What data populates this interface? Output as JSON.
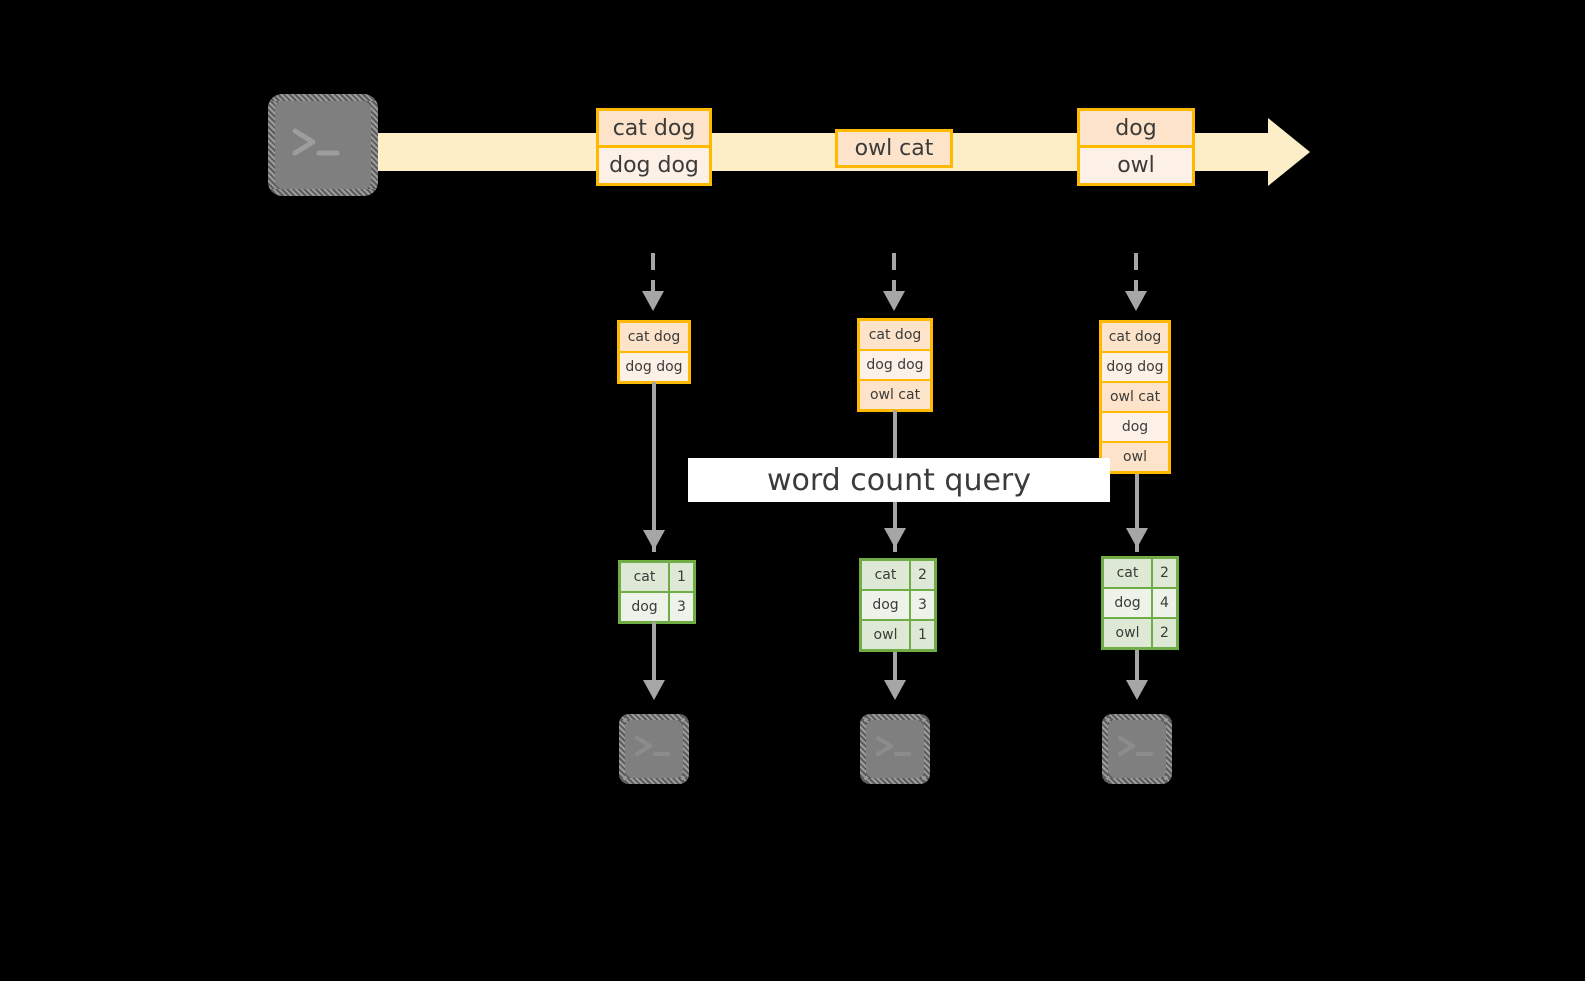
{
  "diagram": {
    "title_label": "word count query",
    "stream": {
      "source_icon": "terminal-icon",
      "arrow_color": "#FCEFC7",
      "border_color": "#FFB900",
      "records": [
        {
          "lines": [
            "cat dog",
            "dog dog"
          ]
        },
        {
          "lines": [
            "owl cat"
          ]
        },
        {
          "lines": [
            "dog",
            "owl"
          ]
        }
      ]
    },
    "snapshots": [
      {
        "id": "snapshot-1",
        "rows": [
          "cat dog",
          "dog dog"
        ]
      },
      {
        "id": "snapshot-2",
        "rows": [
          "cat dog",
          "dog dog",
          "owl cat"
        ]
      },
      {
        "id": "snapshot-3",
        "rows": [
          "cat dog",
          "dog dog",
          "owl cat",
          "dog",
          "owl"
        ]
      }
    ],
    "results": [
      {
        "id": "result-1",
        "accent": "#70AD47",
        "rows": [
          {
            "word": "cat",
            "count": "1"
          },
          {
            "word": "dog",
            "count": "3"
          }
        ]
      },
      {
        "id": "result-2",
        "accent": "#70AD47",
        "rows": [
          {
            "word": "cat",
            "count": "2"
          },
          {
            "word": "dog",
            "count": "3"
          },
          {
            "word": "owl",
            "count": "1"
          }
        ]
      },
      {
        "id": "result-3",
        "accent": "#70AD47",
        "rows": [
          {
            "word": "cat",
            "count": "2"
          },
          {
            "word": "dog",
            "count": "4"
          },
          {
            "word": "owl",
            "count": "2"
          }
        ]
      }
    ],
    "sinks": [
      {
        "id": "sink-1",
        "icon": "terminal-icon"
      },
      {
        "id": "sink-2",
        "icon": "terminal-icon"
      },
      {
        "id": "sink-3",
        "icon": "terminal-icon"
      }
    ]
  }
}
